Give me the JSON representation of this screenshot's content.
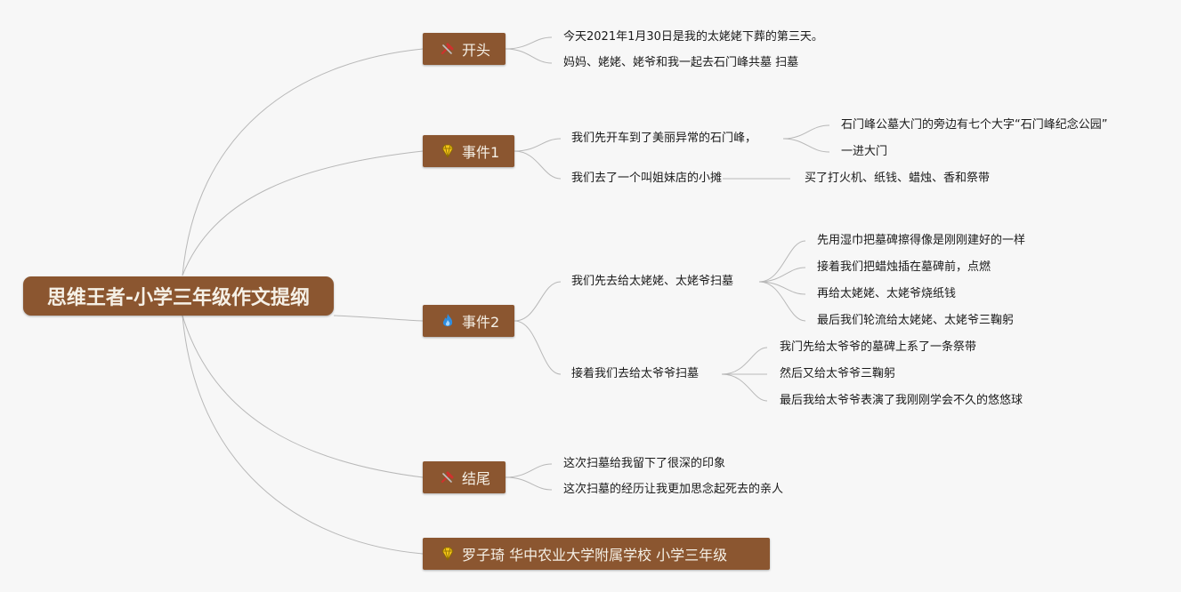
{
  "root": {
    "title": "思维王者-小学三年级作文提纲"
  },
  "branches": [
    {
      "label": "开头",
      "icon": "hammer-icon",
      "children": [
        {
          "text": "今天2021年1月30日是我的太姥姥下葬的第三天。"
        },
        {
          "text": "妈妈、姥姥、姥爷和我一起去石门峰共墓 扫墓"
        }
      ]
    },
    {
      "label": "事件1",
      "icon": "gem-icon",
      "children": [
        {
          "text": "我们先开车到了美丽异常的石门峰，",
          "children": [
            {
              "text": "石门峰公墓大门的旁边有七个大字“石门峰纪念公园”"
            },
            {
              "text": "一进大门"
            }
          ]
        },
        {
          "text": "我们去了一个叫姐妹店的小摊",
          "children": [
            {
              "text": "买了打火机、纸钱、蜡烛、香和祭带"
            }
          ]
        }
      ]
    },
    {
      "label": "事件2",
      "icon": "flame-icon",
      "children": [
        {
          "text": "我们先去给太姥姥、太姥爷扫墓",
          "children": [
            {
              "text": "先用湿巾把墓碑擦得像是刚刚建好的一样"
            },
            {
              "text": "接着我们把蜡烛插在墓碑前，点燃"
            },
            {
              "text": "再给太姥姥、太姥爷烧纸钱"
            },
            {
              "text": "最后我们轮流给太姥姥、太姥爷三鞠躬"
            }
          ]
        },
        {
          "text": "接着我们去给太爷爷扫墓",
          "children": [
            {
              "text": "我门先给太爷爷的墓碑上系了一条祭带"
            },
            {
              "text": "然后又给太爷爷三鞠躬"
            },
            {
              "text": "最后我给太爷爷表演了我刚刚学会不久的悠悠球"
            }
          ]
        }
      ]
    },
    {
      "label": "结尾",
      "icon": "hammer-icon",
      "children": [
        {
          "text": "这次扫墓给我留下了很深的印象"
        },
        {
          "text": "这次扫墓的经历让我更加思念起死去的亲人"
        }
      ]
    },
    {
      "label": "罗子琦 华中农业大学附属学校 小学三年级",
      "icon": "gem-icon",
      "children": []
    }
  ],
  "colors": {
    "background": "#f7f7f7",
    "node_fill": "#8b5630",
    "node_text": "#f5f0e6",
    "line": "#b8b8b8",
    "leaf_text": "#1a1a1a"
  }
}
